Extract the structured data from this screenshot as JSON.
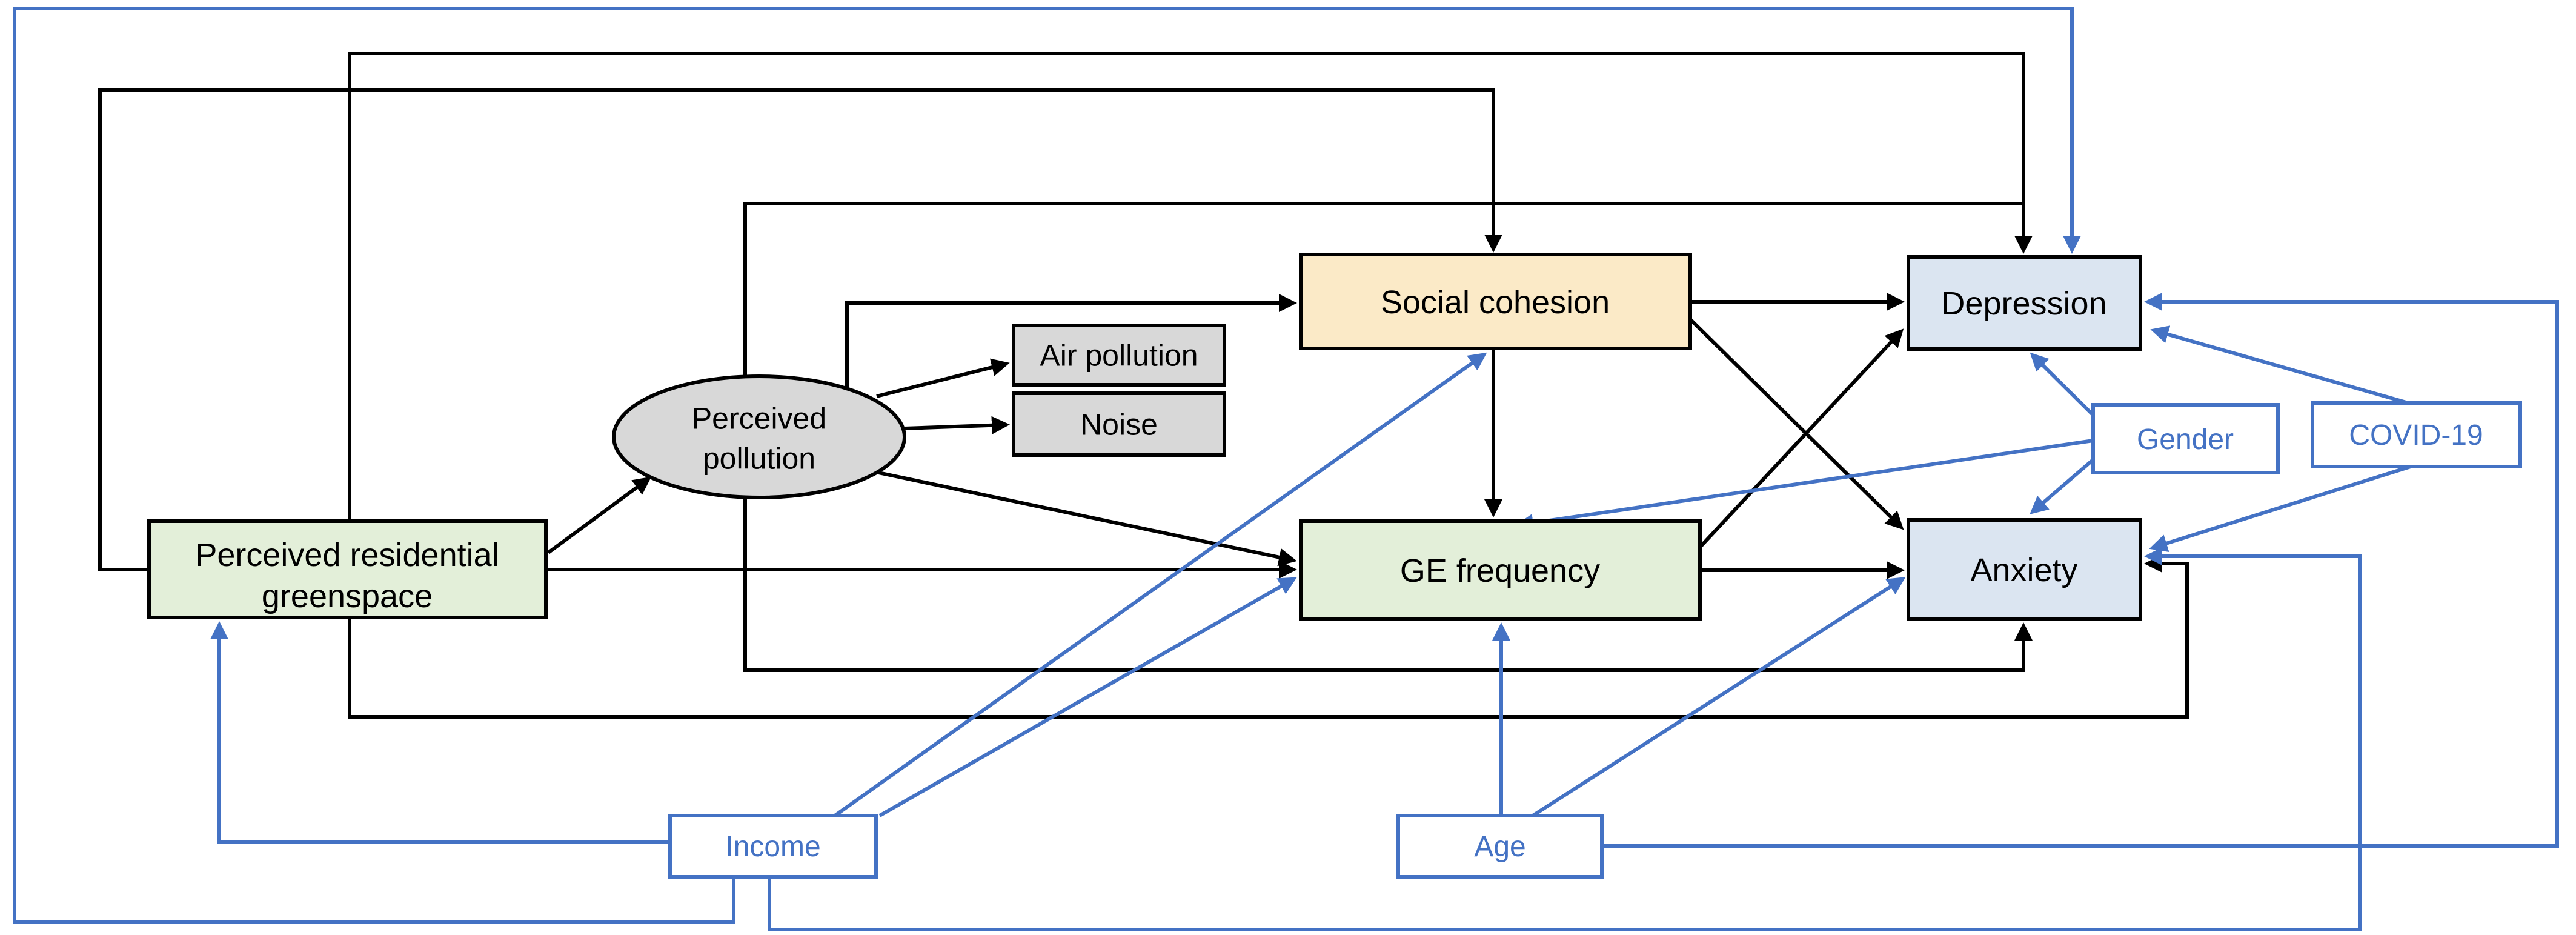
{
  "diagram": {
    "type": "path-model",
    "nodes": {
      "greenspace": {
        "label_line1": "Perceived residential",
        "label_line2": "greenspace"
      },
      "pollution": {
        "label_line1": "Perceived",
        "label_line2": "pollution"
      },
      "air_pollution": {
        "label": "Air pollution"
      },
      "noise": {
        "label": "Noise"
      },
      "social_cohesion": {
        "label": "Social cohesion"
      },
      "ge_frequency": {
        "label": "GE frequency"
      },
      "depression": {
        "label": "Depression"
      },
      "anxiety": {
        "label": "Anxiety"
      },
      "gender": {
        "label": "Gender"
      },
      "covid": {
        "label": "COVID-19"
      },
      "income": {
        "label": "Income"
      },
      "age": {
        "label": "Age"
      }
    },
    "colors": {
      "black_edge": "#000000",
      "blue_edge": "#4472C4",
      "green_fill": "#E3EFD9",
      "yellow_fill": "#FBEAC7",
      "blue_fill": "#DBE5F1",
      "gray_fill": "#D8D8D8",
      "white_fill": "#FFFFFF",
      "background": "#FFFFFF"
    },
    "edges": [
      {
        "from": "greenspace",
        "to": "social_cohesion",
        "color": "black"
      },
      {
        "from": "greenspace",
        "to": "depression",
        "color": "black"
      },
      {
        "from": "greenspace",
        "to": "anxiety",
        "color": "black"
      },
      {
        "from": "greenspace",
        "to": "pollution",
        "color": "black"
      },
      {
        "from": "greenspace",
        "to": "ge_frequency",
        "color": "black"
      },
      {
        "from": "pollution",
        "to": "depression",
        "color": "black"
      },
      {
        "from": "pollution",
        "to": "anxiety",
        "color": "black"
      },
      {
        "from": "pollution",
        "to": "social_cohesion",
        "color": "black"
      },
      {
        "from": "pollution",
        "to": "ge_frequency",
        "color": "black"
      },
      {
        "from": "pollution",
        "to": "air_pollution",
        "color": "black"
      },
      {
        "from": "pollution",
        "to": "noise",
        "color": "black"
      },
      {
        "from": "social_cohesion",
        "to": "ge_frequency",
        "color": "black"
      },
      {
        "from": "social_cohesion",
        "to": "depression",
        "color": "black"
      },
      {
        "from": "social_cohesion",
        "to": "anxiety",
        "color": "black"
      },
      {
        "from": "ge_frequency",
        "to": "depression",
        "color": "black"
      },
      {
        "from": "ge_frequency",
        "to": "anxiety",
        "color": "black"
      },
      {
        "from": "income",
        "to": "greenspace",
        "color": "blue"
      },
      {
        "from": "income",
        "to": "social_cohesion",
        "color": "blue"
      },
      {
        "from": "income",
        "to": "ge_frequency",
        "color": "blue"
      },
      {
        "from": "income",
        "to": "depression",
        "color": "blue"
      },
      {
        "from": "income",
        "to": "anxiety",
        "color": "blue"
      },
      {
        "from": "age",
        "to": "ge_frequency",
        "color": "blue"
      },
      {
        "from": "age",
        "to": "anxiety",
        "color": "blue"
      },
      {
        "from": "age",
        "to": "depression",
        "color": "blue"
      },
      {
        "from": "gender",
        "to": "depression",
        "color": "blue"
      },
      {
        "from": "gender",
        "to": "anxiety",
        "color": "blue"
      },
      {
        "from": "gender",
        "to": "ge_frequency",
        "color": "blue"
      },
      {
        "from": "covid",
        "to": "depression",
        "color": "blue"
      },
      {
        "from": "covid",
        "to": "anxiety",
        "color": "blue"
      }
    ]
  }
}
